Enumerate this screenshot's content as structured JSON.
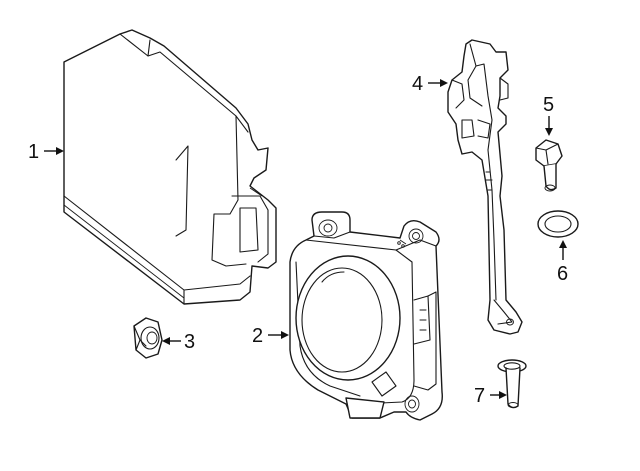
{
  "diagram": {
    "callouts": [
      {
        "id": "1",
        "label": "1"
      },
      {
        "id": "2",
        "label": "2"
      },
      {
        "id": "3",
        "label": "3"
      },
      {
        "id": "4",
        "label": "4"
      },
      {
        "id": "5",
        "label": "5"
      },
      {
        "id": "6",
        "label": "6"
      },
      {
        "id": "7",
        "label": "7"
      }
    ],
    "colors": {
      "line": "#1a1a1a",
      "background": "#ffffff"
    }
  }
}
